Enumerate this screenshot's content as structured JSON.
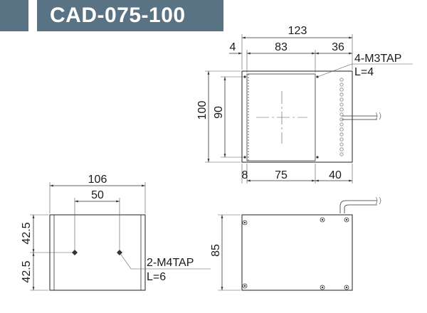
{
  "header": {
    "title": "CAD-075-100",
    "color": "#5a7384"
  },
  "top_view": {
    "dim_total_width": "123",
    "dim_left": "4",
    "dim_middle": "83",
    "dim_right": "36",
    "dim_bottom_left": "8",
    "dim_bottom_middle": "75",
    "dim_bottom_right": "40",
    "dim_height_outer": "100",
    "dim_height_inner": "90",
    "tap_note_line1": "4-M3TAP",
    "tap_note_line2": "L=4"
  },
  "side_view": {
    "dim_width_outer": "106",
    "dim_width_inner": "50",
    "dim_upper": "42.5",
    "dim_lower": "42.5",
    "tap_note_line1": "2-M4TAP",
    "tap_note_line2": "L=6"
  },
  "bottom_view": {
    "dim_height": "85"
  }
}
